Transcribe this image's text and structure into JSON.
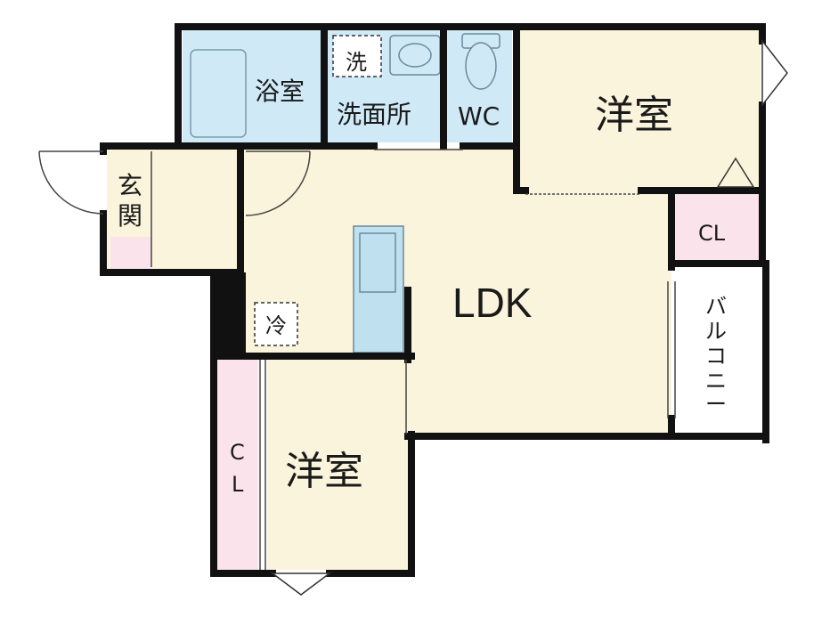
{
  "rooms": {
    "bath": "浴室",
    "washroom": "洗面所",
    "washer": "洗",
    "wc": "WC",
    "western_room_top": "洋室",
    "western_room_bottom": "洋室",
    "ldk": "LDK",
    "entrance": [
      "玄",
      "関"
    ],
    "fridge": "冷",
    "closet_right": "CL",
    "closet_left": [
      "C",
      "L"
    ],
    "balcony": [
      "バ",
      "ル",
      "コ",
      "ニ",
      "ー"
    ]
  },
  "colors": {
    "wall": "#111111",
    "bath_fill": "#cfe9f6",
    "room_fill": "#fbf4dc",
    "closet_fill": "#fbe3ec",
    "kitchen_fill": "#bfe0ee"
  }
}
